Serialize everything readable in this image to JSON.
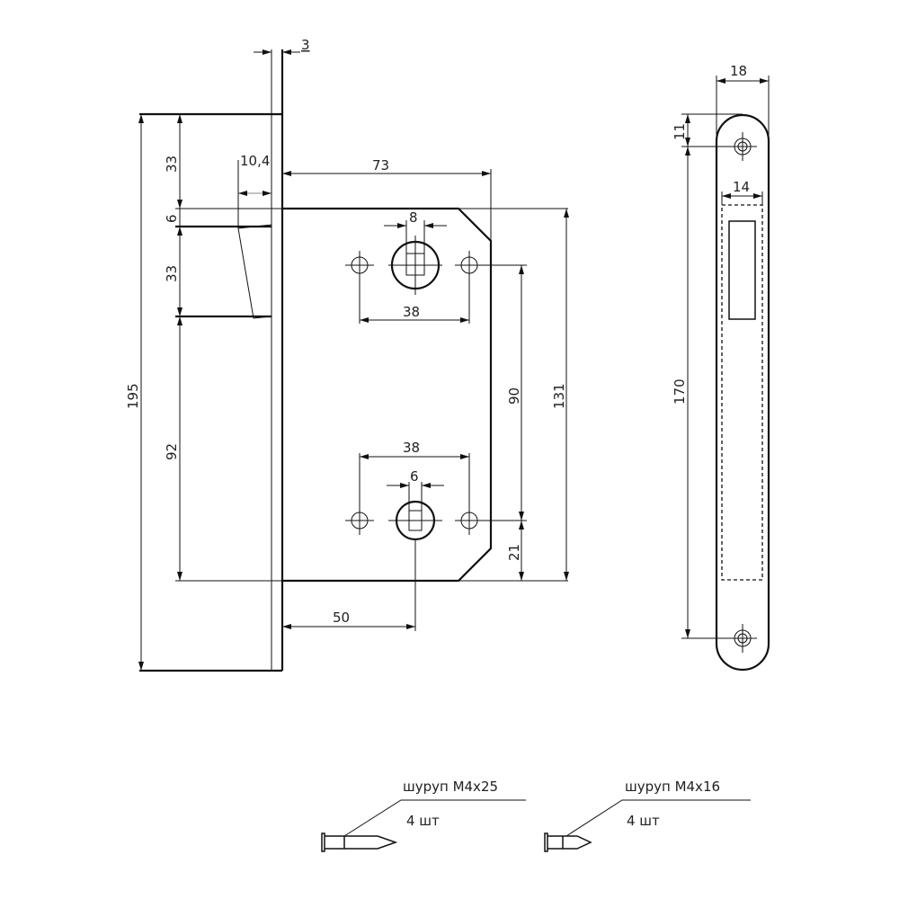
{
  "title": "Mortise lock technical drawing",
  "dimensions": {
    "faceplate_thickness": "3",
    "latch_offset": "10,4",
    "backset_depth": "73",
    "spindle_square": "8",
    "top_hole_spacing": "38",
    "bottom_hole_spacing": "38",
    "cylinder_square": "6",
    "total_height": "195",
    "top_to_body": "33",
    "gap": "6",
    "latch_height": "33",
    "lower_part": "92",
    "center_distance": "90",
    "bottom_offset": "21",
    "body_height": "131",
    "cylinder_backset": "50",
    "strike_width": "18",
    "strike_hole_offset": "11",
    "strike_slot_width": "14",
    "strike_hole_spacing": "170"
  },
  "screws": [
    {
      "label": "шуруп М4х25",
      "qty": "4 шт"
    },
    {
      "label": "шуруп М4х16",
      "qty": "4 шт"
    }
  ]
}
